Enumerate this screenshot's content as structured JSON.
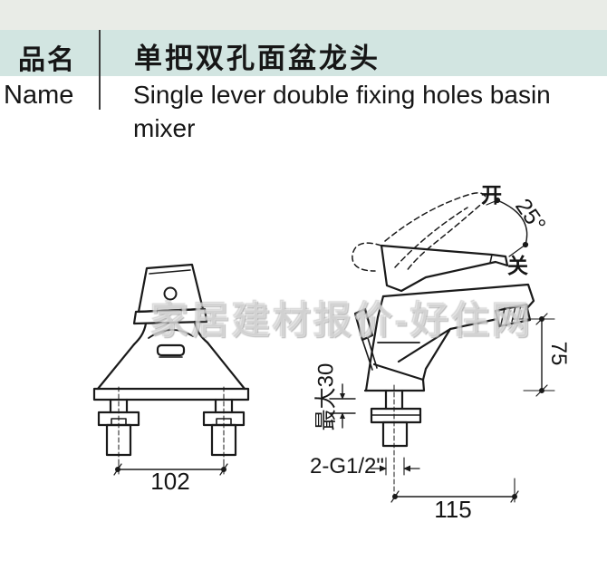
{
  "header": {
    "label_cn": "品名",
    "label_en": "Name",
    "title_cn": "单把双孔面盆龙头",
    "title_en": "Single lever double fixing holes basin mixer"
  },
  "watermark": "家居建材报价-好住网",
  "diagram": {
    "front_view": {
      "dim_hole_spacing": "102"
    },
    "side_view": {
      "dim_spout_height": "75",
      "dim_reach": "115",
      "dim_max_thickness": "最大30",
      "thread_label": "2-G1/2\"",
      "angle_label": "25°",
      "open_label": "开",
      "close_label": "关"
    }
  },
  "colors": {
    "top_strip": "#e9ece7",
    "header_band": "#d2e5e1",
    "line": "#1a1a1a"
  }
}
